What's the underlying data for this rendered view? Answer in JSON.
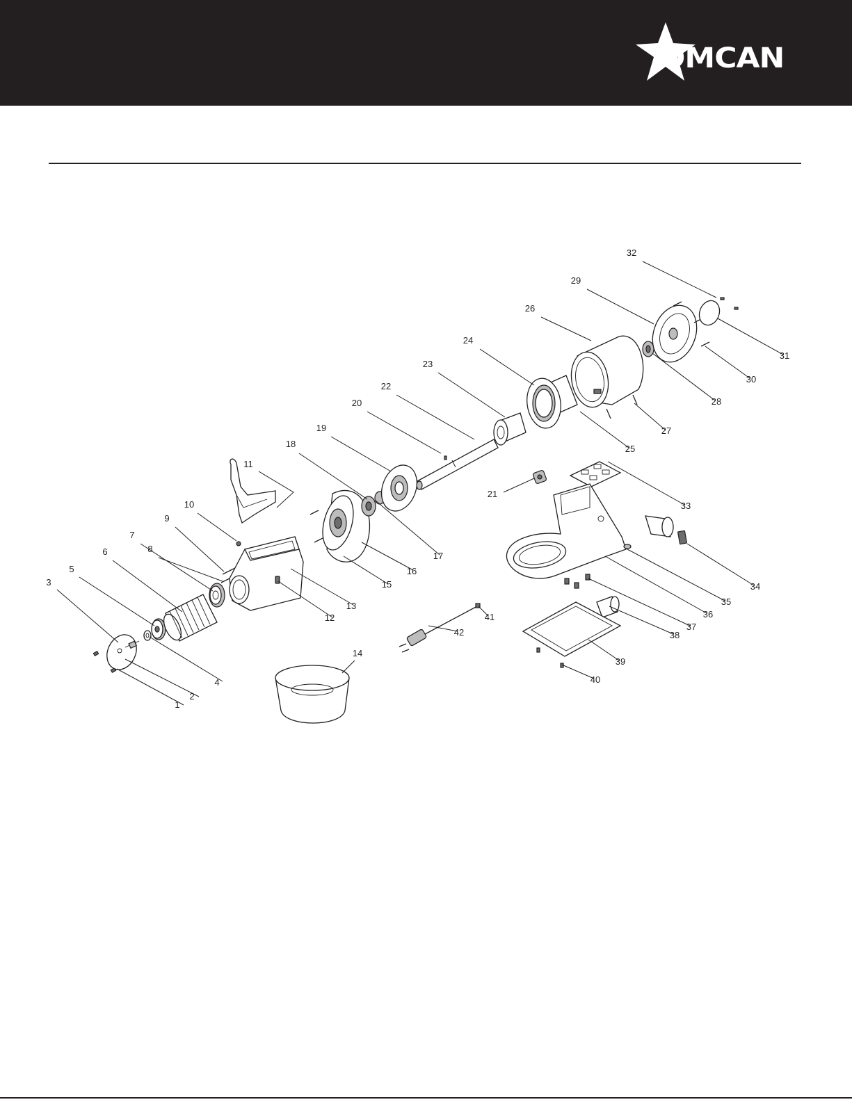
{
  "header": {
    "brand": "OMCAN",
    "brand_color": "#231f20"
  },
  "diagram": {
    "callouts": [
      {
        "n": "1"
      },
      {
        "n": "2"
      },
      {
        "n": "3"
      },
      {
        "n": "4"
      },
      {
        "n": "5"
      },
      {
        "n": "6"
      },
      {
        "n": "7"
      },
      {
        "n": "8"
      },
      {
        "n": "9"
      },
      {
        "n": "10"
      },
      {
        "n": "11"
      },
      {
        "n": "12"
      },
      {
        "n": "13"
      },
      {
        "n": "14"
      },
      {
        "n": "15"
      },
      {
        "n": "16"
      },
      {
        "n": "17"
      },
      {
        "n": "18"
      },
      {
        "n": "19"
      },
      {
        "n": "20"
      },
      {
        "n": "21"
      },
      {
        "n": "22"
      },
      {
        "n": "23"
      },
      {
        "n": "24"
      },
      {
        "n": "25"
      },
      {
        "n": "26"
      },
      {
        "n": "27"
      },
      {
        "n": "28"
      },
      {
        "n": "29"
      },
      {
        "n": "30"
      },
      {
        "n": "31"
      },
      {
        "n": "32"
      },
      {
        "n": "33"
      },
      {
        "n": "34"
      },
      {
        "n": "35"
      },
      {
        "n": "36"
      },
      {
        "n": "37"
      },
      {
        "n": "38"
      },
      {
        "n": "39"
      },
      {
        "n": "40"
      },
      {
        "n": "41"
      },
      {
        "n": "42"
      }
    ]
  }
}
